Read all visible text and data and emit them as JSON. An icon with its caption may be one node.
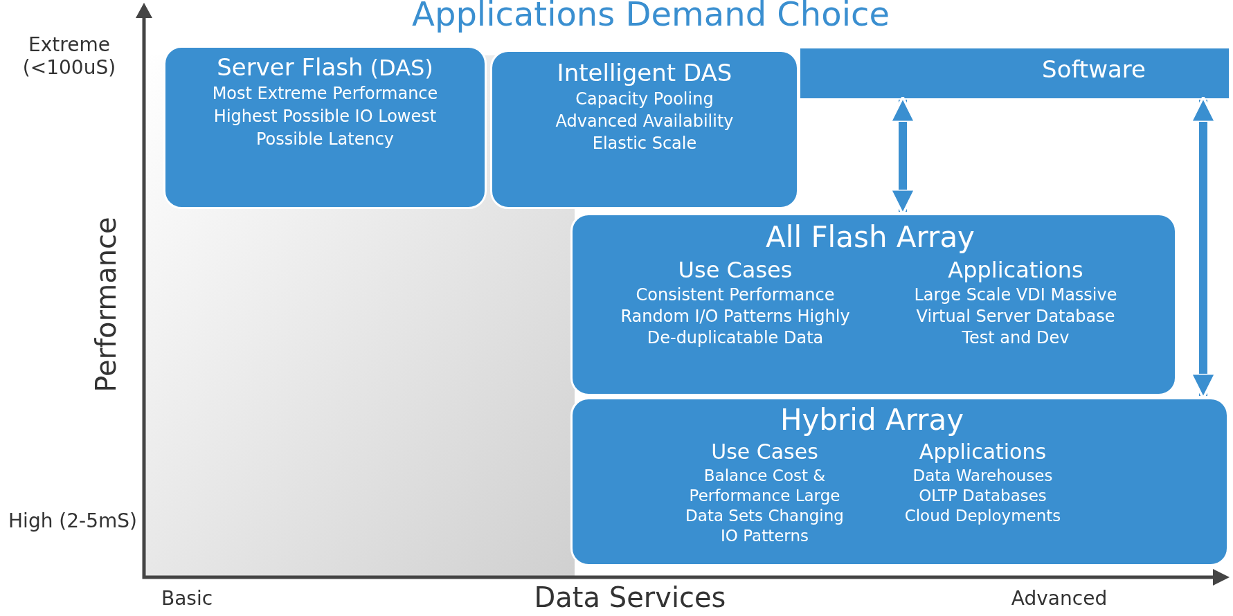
{
  "diagram": {
    "title": "Applications Demand Choice",
    "nodes": [
      {
        "text": [
          "Software"
        ]
      },
      {
        "text": [
          "Server Flash",
          "(DAS)",
          "Most Extreme Performance Highest Possible IO Lowest Possible Latency"
        ]
      },
      {
        "text": [
          "Intelligent DAS",
          "Capacity Pooling Advanced Availability Elastic Scale"
        ]
      },
      {
        "text": [
          "All Flash Array",
          "Use Cases",
          "Consistent Performance Random I/O Patterns Highly De-duplicatable Data",
          "Applications",
          "Large Scale VDI Massive Virtual Server Database Test and Dev"
        ]
      },
      {
        "text": [
          "Hybrid Array",
          "Use Cases",
          "Balance Cost & Performance Large Data Sets Changing IO Patterns",
          "Applications",
          "Data Warehouses OLTP Databases Cloud Deployments"
        ]
      }
    ],
    "edges": [
      {
        "from": 0,
        "to": 3,
        "arrow": "both"
      },
      {
        "from": 0,
        "to": 4,
        "arrow": "both"
      }
    ],
    "labels": [
      "Extreme (<100uS)",
      "Performance",
      "High (2-5mS)",
      "Basic",
      "Data Services",
      "Advanced"
    ]
  }
}
